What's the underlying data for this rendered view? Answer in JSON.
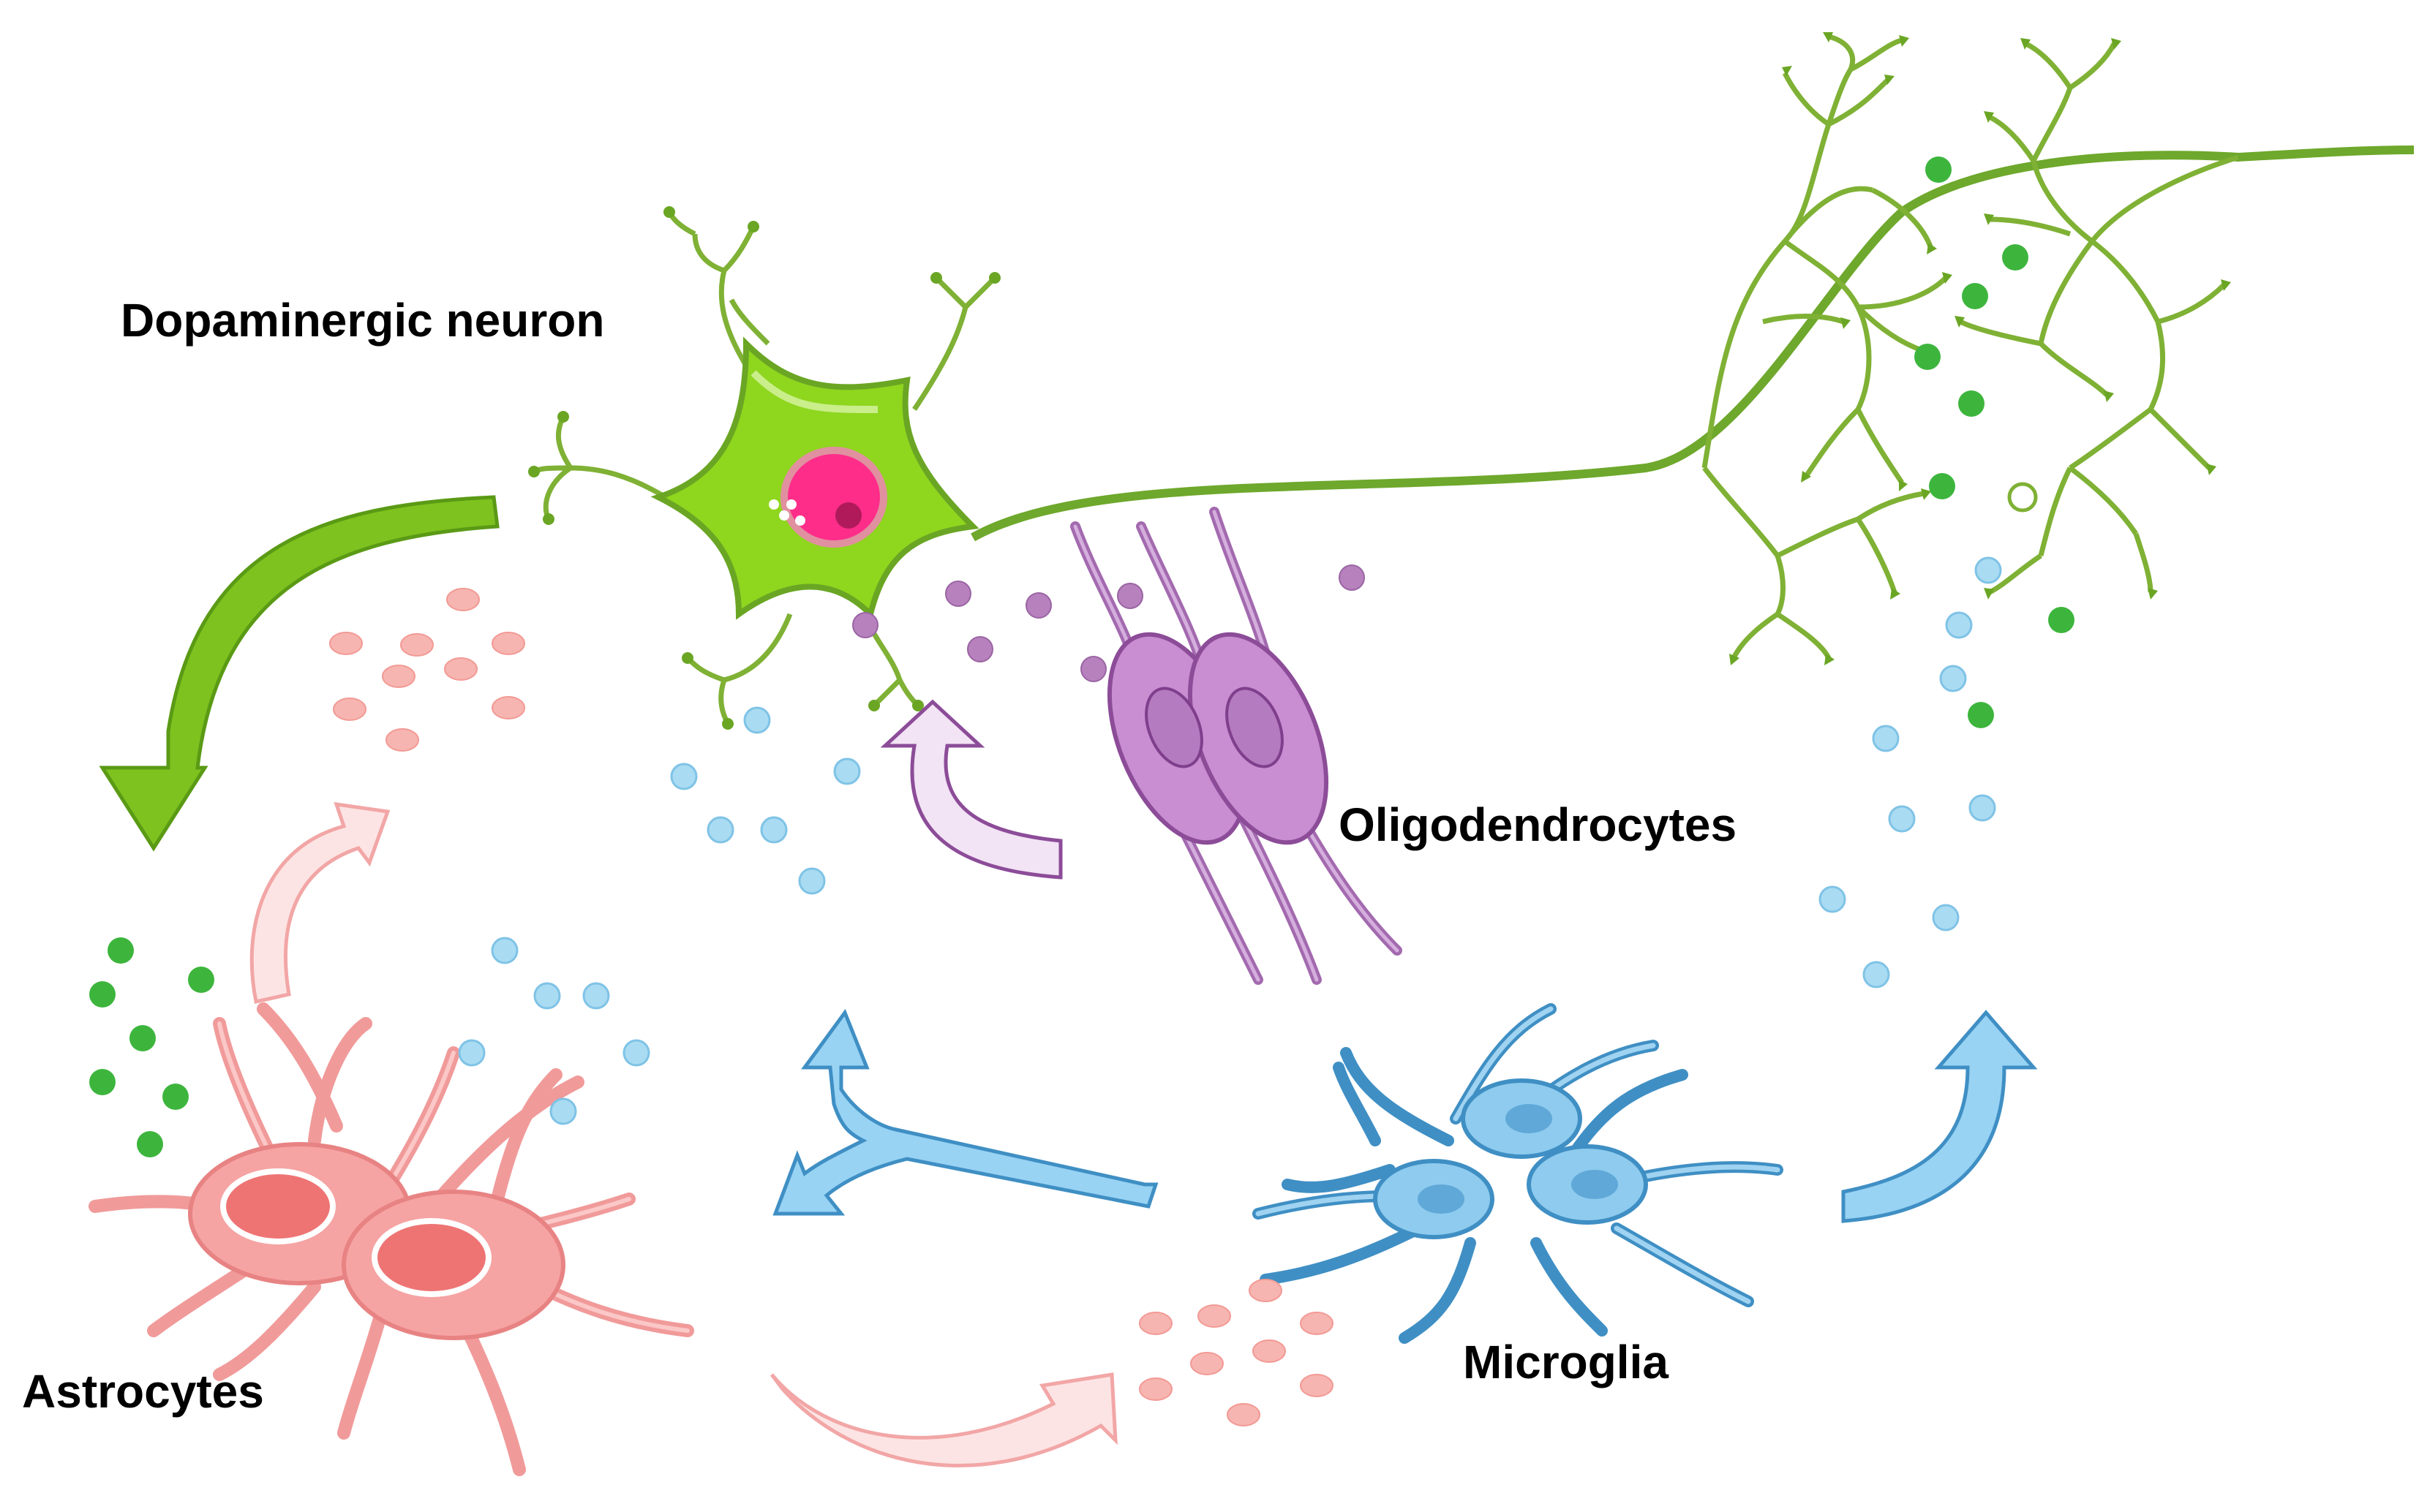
{
  "labels": {
    "neuron": "Dopaminergic neuron",
    "oligodendrocytes": "Oligodendrocytes",
    "astrocytes": "Astrocytes",
    "microglia": "Microglia"
  },
  "colors": {
    "neuron": "#7ab929",
    "neuron_fill": "#8fd61e",
    "nucleus": "#ff2d8a",
    "astrocyte": "#f8a8a8",
    "astrocyte_dark": "#ee7c7c",
    "microglia": "#7ec3ea",
    "microglia_dark": "#3f8fc4",
    "oligodendrocyte": "#c790cf",
    "oligodendrocyte_dark": "#8c4c98",
    "dot_green": "#3db53d",
    "dot_blue": "#a9dbf2",
    "dot_pink": "#f7b5b1",
    "dot_purple": "#b681bd"
  }
}
